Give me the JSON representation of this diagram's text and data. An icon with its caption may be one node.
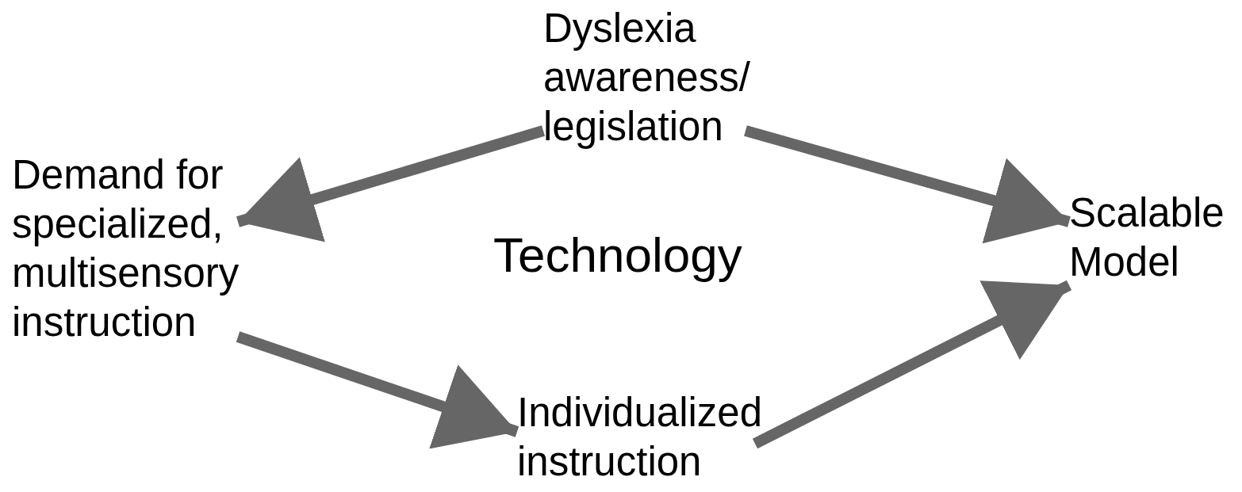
{
  "diagram": {
    "nodes": [
      {
        "text": [
          "Dyslexia awareness/ legislation"
        ]
      },
      {
        "text": [
          "Demand for specialized, multisensory instruction"
        ]
      },
      {
        "text": [
          "Individualized instruction"
        ]
      },
      {
        "text": [
          "Scalable Model"
        ]
      }
    ],
    "edges": [
      {
        "from": 0,
        "to": 1,
        "arrow": "to"
      },
      {
        "from": 0,
        "to": 3,
        "arrow": "to"
      },
      {
        "from": 1,
        "to": 2,
        "arrow": "to"
      },
      {
        "from": 2,
        "to": 3,
        "arrow": "to"
      }
    ],
    "labels": [
      "Technology"
    ]
  }
}
